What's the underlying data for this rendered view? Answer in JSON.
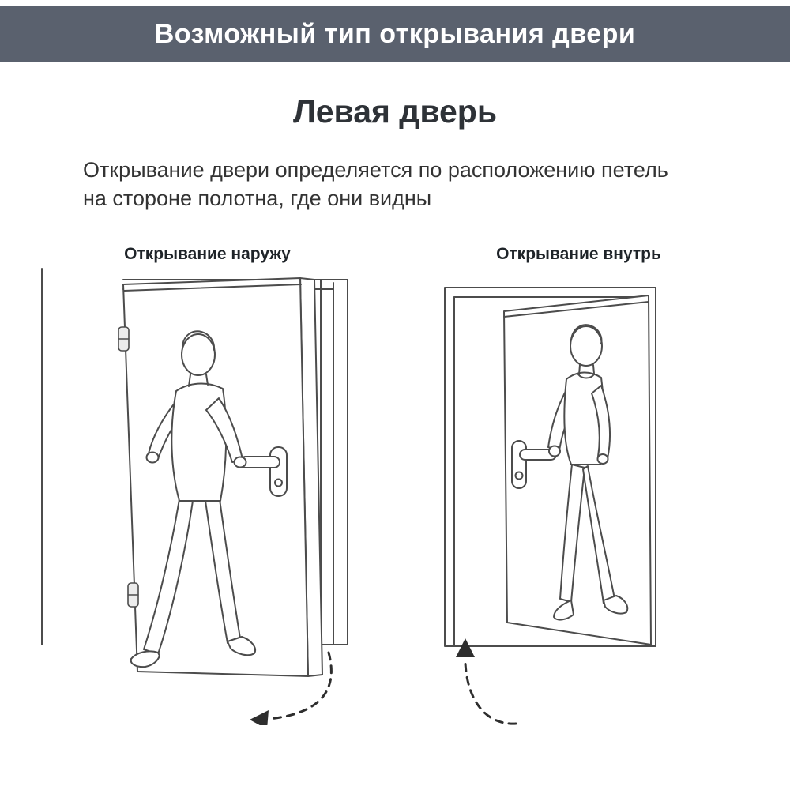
{
  "banner": {
    "title": "Возможный тип открывания двери"
  },
  "heading": "Левая дверь",
  "description": {
    "line1": "Открывание двери определяется по расположению петель",
    "line2": "на стороне полотна, где они видны"
  },
  "panels": [
    {
      "label": "Открывание наружу"
    },
    {
      "label": "Открывание внутрь"
    }
  ],
  "colors": {
    "banner_bg": "#5a616e",
    "banner_text": "#ffffff",
    "heading_text": "#2e3237",
    "body_text": "#333333",
    "line_art": "#4c4c4c"
  }
}
